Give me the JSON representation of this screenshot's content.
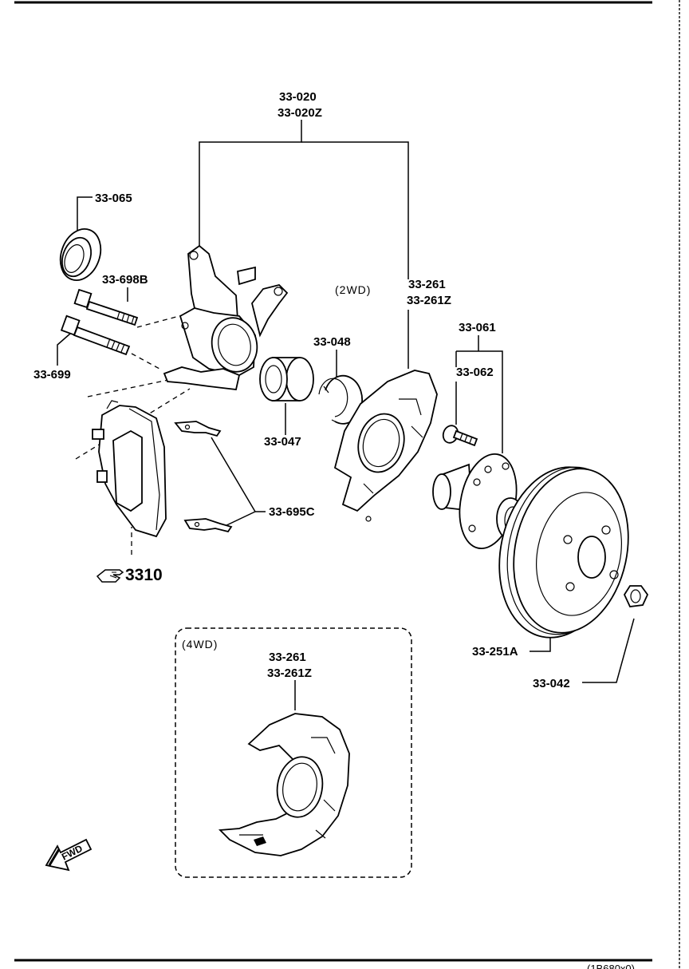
{
  "labels": {
    "knuckle_1": "33-020",
    "knuckle_2": "33-020Z",
    "seal": "33-065",
    "bolt_b": "33-698B",
    "bolt": "33-699",
    "bearing": "33-047",
    "snap_ring": "33-048",
    "shield_2wd_1": "33-261",
    "shield_2wd_2": "33-261Z",
    "hub": "33-061",
    "hub_bolt": "33-062",
    "spring": "33-695C",
    "disc": "33-251A",
    "nut": "33-042",
    "shield_4wd_1": "33-261",
    "shield_4wd_2": "33-261Z"
  },
  "variants": {
    "two_wd": "(2WD)",
    "four_wd": "(4WD)"
  },
  "caliper_ref": "3310",
  "fwd_label": "FWD",
  "footer_code": "(1B680x0)"
}
